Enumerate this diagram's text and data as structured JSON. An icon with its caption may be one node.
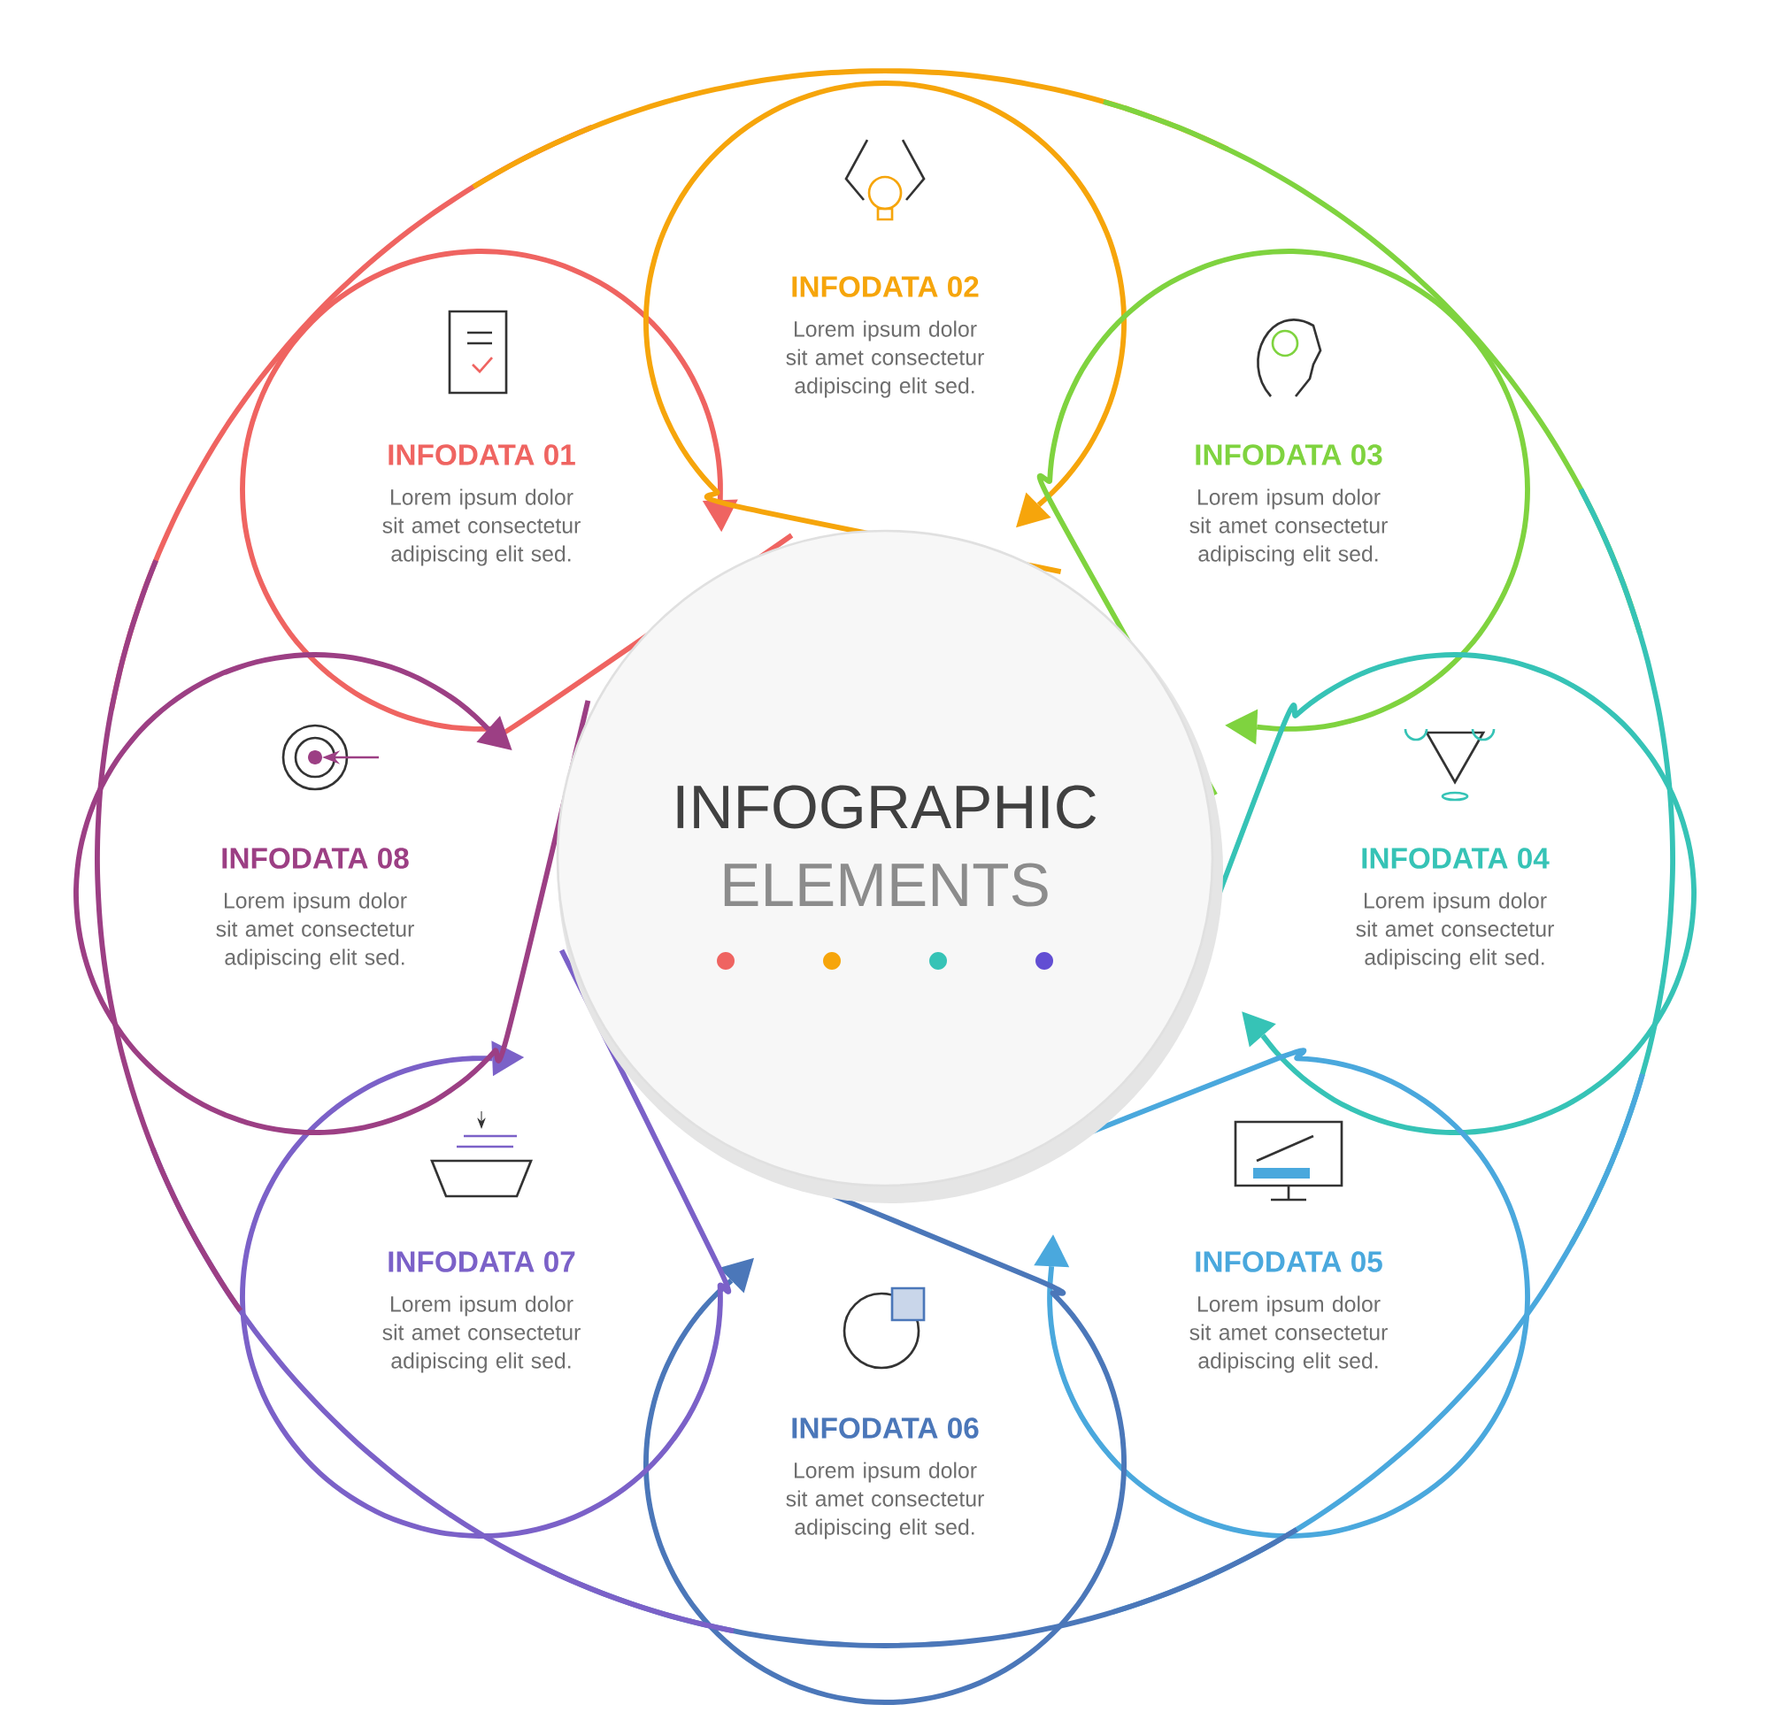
{
  "diagram": {
    "nodes": [
      {
        "text": [
          "INFOGRAPHIC",
          "ELEMENTS"
        ]
      },
      {
        "text": [
          "INFODATA 01",
          "Lorem ipsum dolor sit amet consectetur adipiscing elit sed."
        ]
      },
      {
        "text": [
          "INFODATA 02",
          "Lorem ipsum dolor sit amet consectetur adipiscing elit sed."
        ]
      },
      {
        "text": [
          "INFODATA 03",
          "Lorem ipsum dolor sit amet consectetur adipiscing elit sed."
        ]
      },
      {
        "text": [
          "INFODATA 04",
          "Lorem ipsum dolor sit amet consectetur adipiscing elit sed."
        ]
      },
      {
        "text": [
          "INFODATA 05",
          "Lorem ipsum dolor sit amet consectetur adipiscing elit sed."
        ]
      },
      {
        "text": [
          "INFODATA 06",
          "Lorem ipsum dolor sit amet consectetur adipiscing elit sed."
        ]
      },
      {
        "text": [
          "INFODATA 07",
          "Lorem ipsum dolor sit amet consectetur adipiscing elit sed."
        ]
      },
      {
        "text": [
          "INFODATA 08",
          "Lorem ipsum dolor sit amet consectetur adipiscing elit sed."
        ]
      }
    ]
  }
}
